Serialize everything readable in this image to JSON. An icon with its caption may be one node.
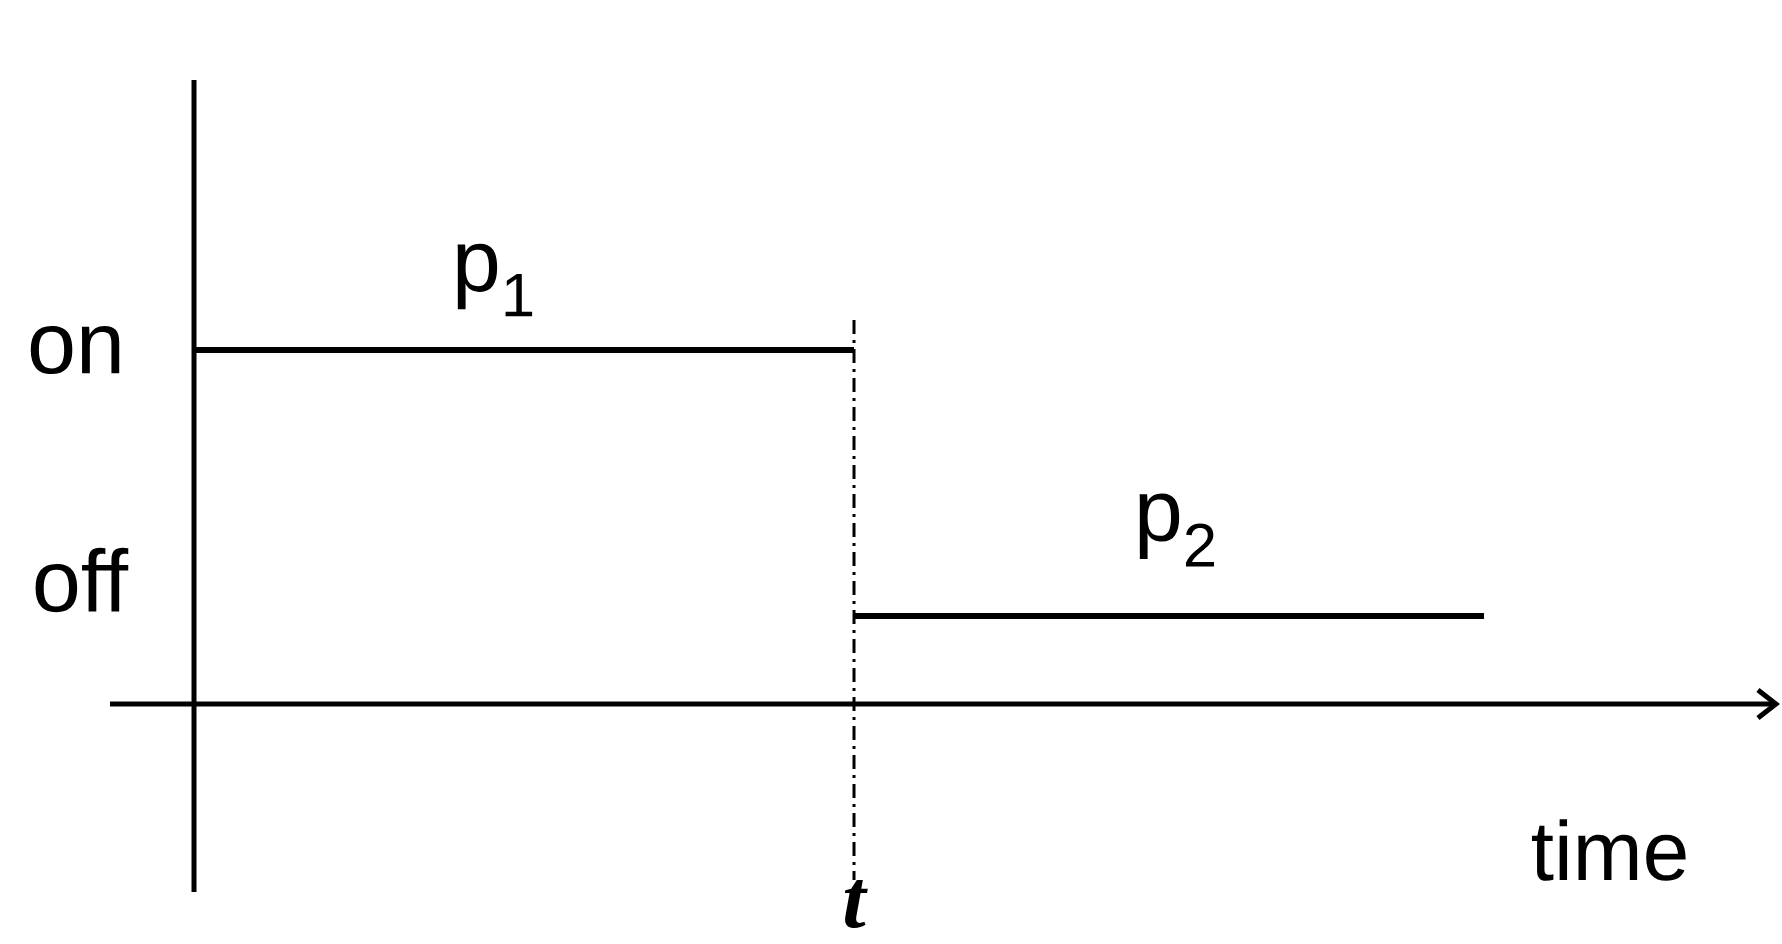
{
  "diagram": {
    "labels": [
      "on",
      "off",
      "time",
      "t",
      "p$_{1}$",
      "p$_{2}$"
    ]
  }
}
